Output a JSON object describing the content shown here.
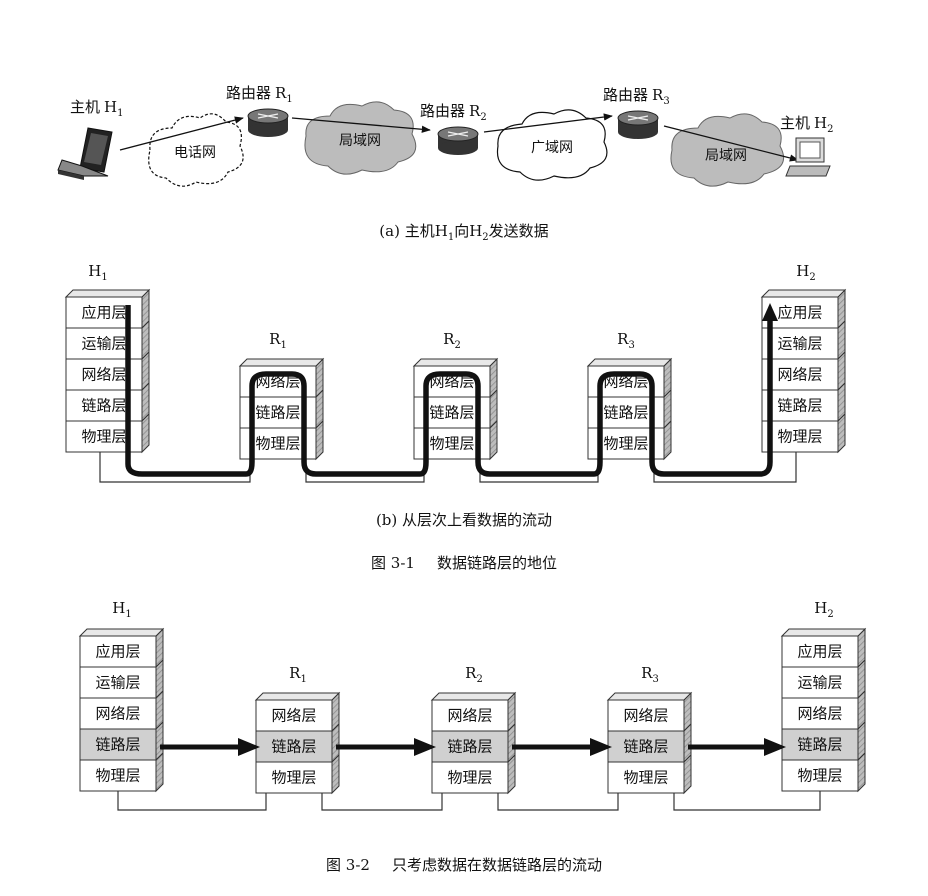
{
  "fig_a": {
    "host1": {
      "name": "主机",
      "sym": "H",
      "sub": "1"
    },
    "host2": {
      "name": "主机",
      "sym": "H",
      "sub": "2"
    },
    "router1": {
      "name": "路由器",
      "sym": "R",
      "sub": "1"
    },
    "router2": {
      "name": "路由器",
      "sym": "R",
      "sub": "2"
    },
    "router3": {
      "name": "路由器",
      "sym": "R",
      "sub": "3"
    },
    "cloud_phone": "电话网",
    "cloud_lan1": "局域网",
    "cloud_wan": "广域网",
    "cloud_lan2": "局域网",
    "caption": {
      "prefix": "(a) 主机",
      "s1": "H",
      "sub1": "1",
      "mid": "向",
      "s2": "H",
      "sub2": "2",
      "suffix": "发送数据"
    }
  },
  "fig_b": {
    "nodes": [
      {
        "sym": "H",
        "sub": "1"
      },
      {
        "sym": "R",
        "sub": "1"
      },
      {
        "sym": "R",
        "sub": "2"
      },
      {
        "sym": "R",
        "sub": "3"
      },
      {
        "sym": "H",
        "sub": "2"
      }
    ],
    "host_layers": [
      "应用层",
      "运输层",
      "网络层",
      "链路层",
      "物理层"
    ],
    "router_layers": [
      "网络层",
      "链路层",
      "物理层"
    ],
    "caption": "(b) 从层次上看数据的流动"
  },
  "figure1_title": {
    "number": "图 3-1",
    "text": "数据链路层的地位"
  },
  "fig2": {
    "nodes": [
      {
        "sym": "H",
        "sub": "1"
      },
      {
        "sym": "R",
        "sub": "1"
      },
      {
        "sym": "R",
        "sub": "2"
      },
      {
        "sym": "R",
        "sub": "3"
      },
      {
        "sym": "H",
        "sub": "2"
      }
    ],
    "host_layers": [
      "应用层",
      "运输层",
      "网络层",
      "链路层",
      "物理层"
    ],
    "router_layers": [
      "网络层",
      "链路层",
      "物理层"
    ],
    "highlight_layer": "链路层",
    "highlight_color": "#d0d0d0"
  },
  "figure2_title": {
    "number": "图 3-2",
    "text": "只考虑数据在数据链路层的流动"
  }
}
